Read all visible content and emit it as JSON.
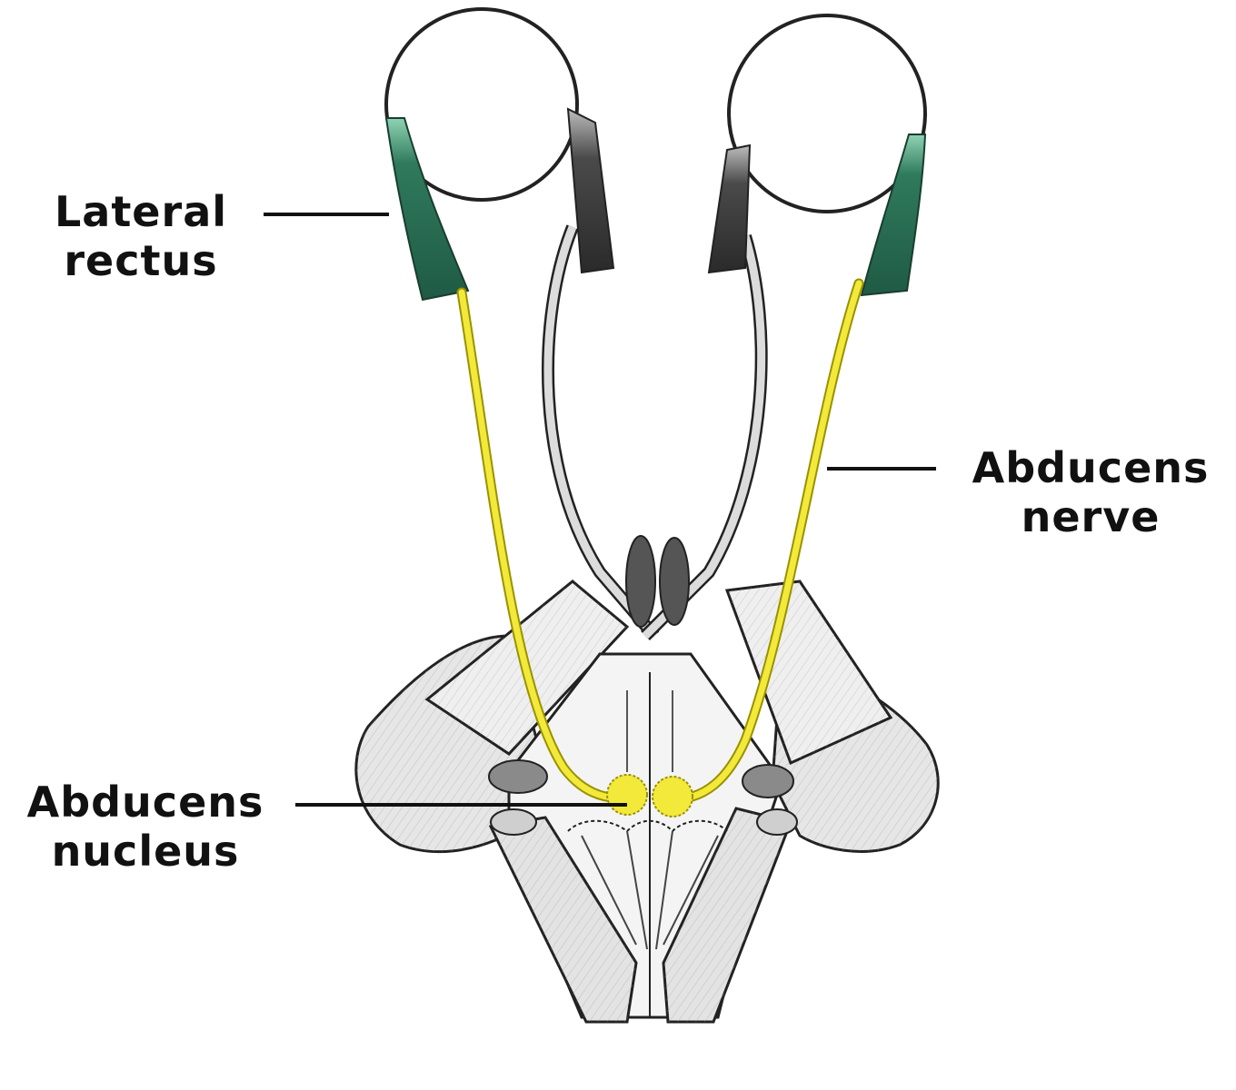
{
  "labels": {
    "lateral_rectus": {
      "line1": "Lateral",
      "line2": "rectus"
    },
    "abducens_nerve": {
      "line1": "Abducens",
      "line2": "nerve"
    },
    "abducens_nucleus": {
      "line1": "Abducens",
      "line2": "nucleus"
    }
  },
  "colors": {
    "nerve": "#f2e93a",
    "nerve_outline": "#9a9200",
    "muscle": "#1f5a45",
    "muscle_tip": "#8fd3b4",
    "medial_muscle": "#3a3a3a",
    "brainstem_fill": "#ececec",
    "outline": "#222222"
  }
}
